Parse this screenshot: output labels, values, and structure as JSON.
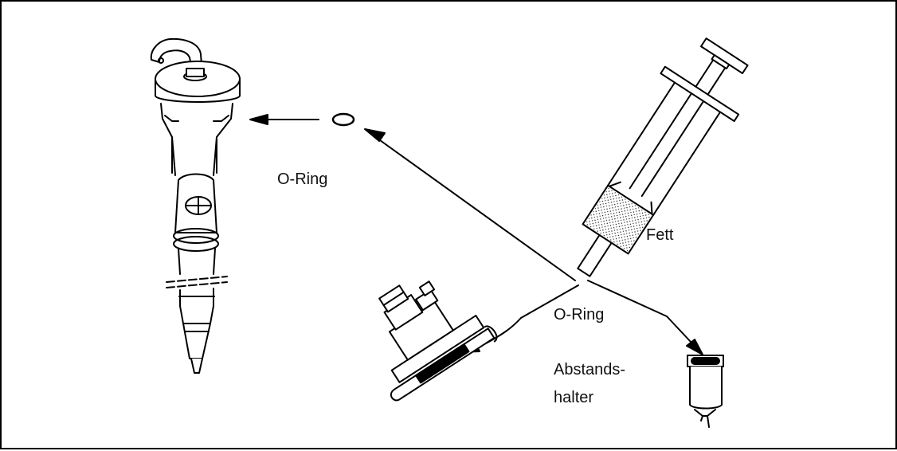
{
  "labels": {
    "o_ring_top": "O-Ring",
    "fett": "Fett",
    "o_ring_bottom": "O-Ring",
    "abstandshalter_line1": "Abstands-",
    "abstandshalter_line2": "halter"
  },
  "colors": {
    "stroke": "#000000",
    "background": "#ffffff"
  }
}
